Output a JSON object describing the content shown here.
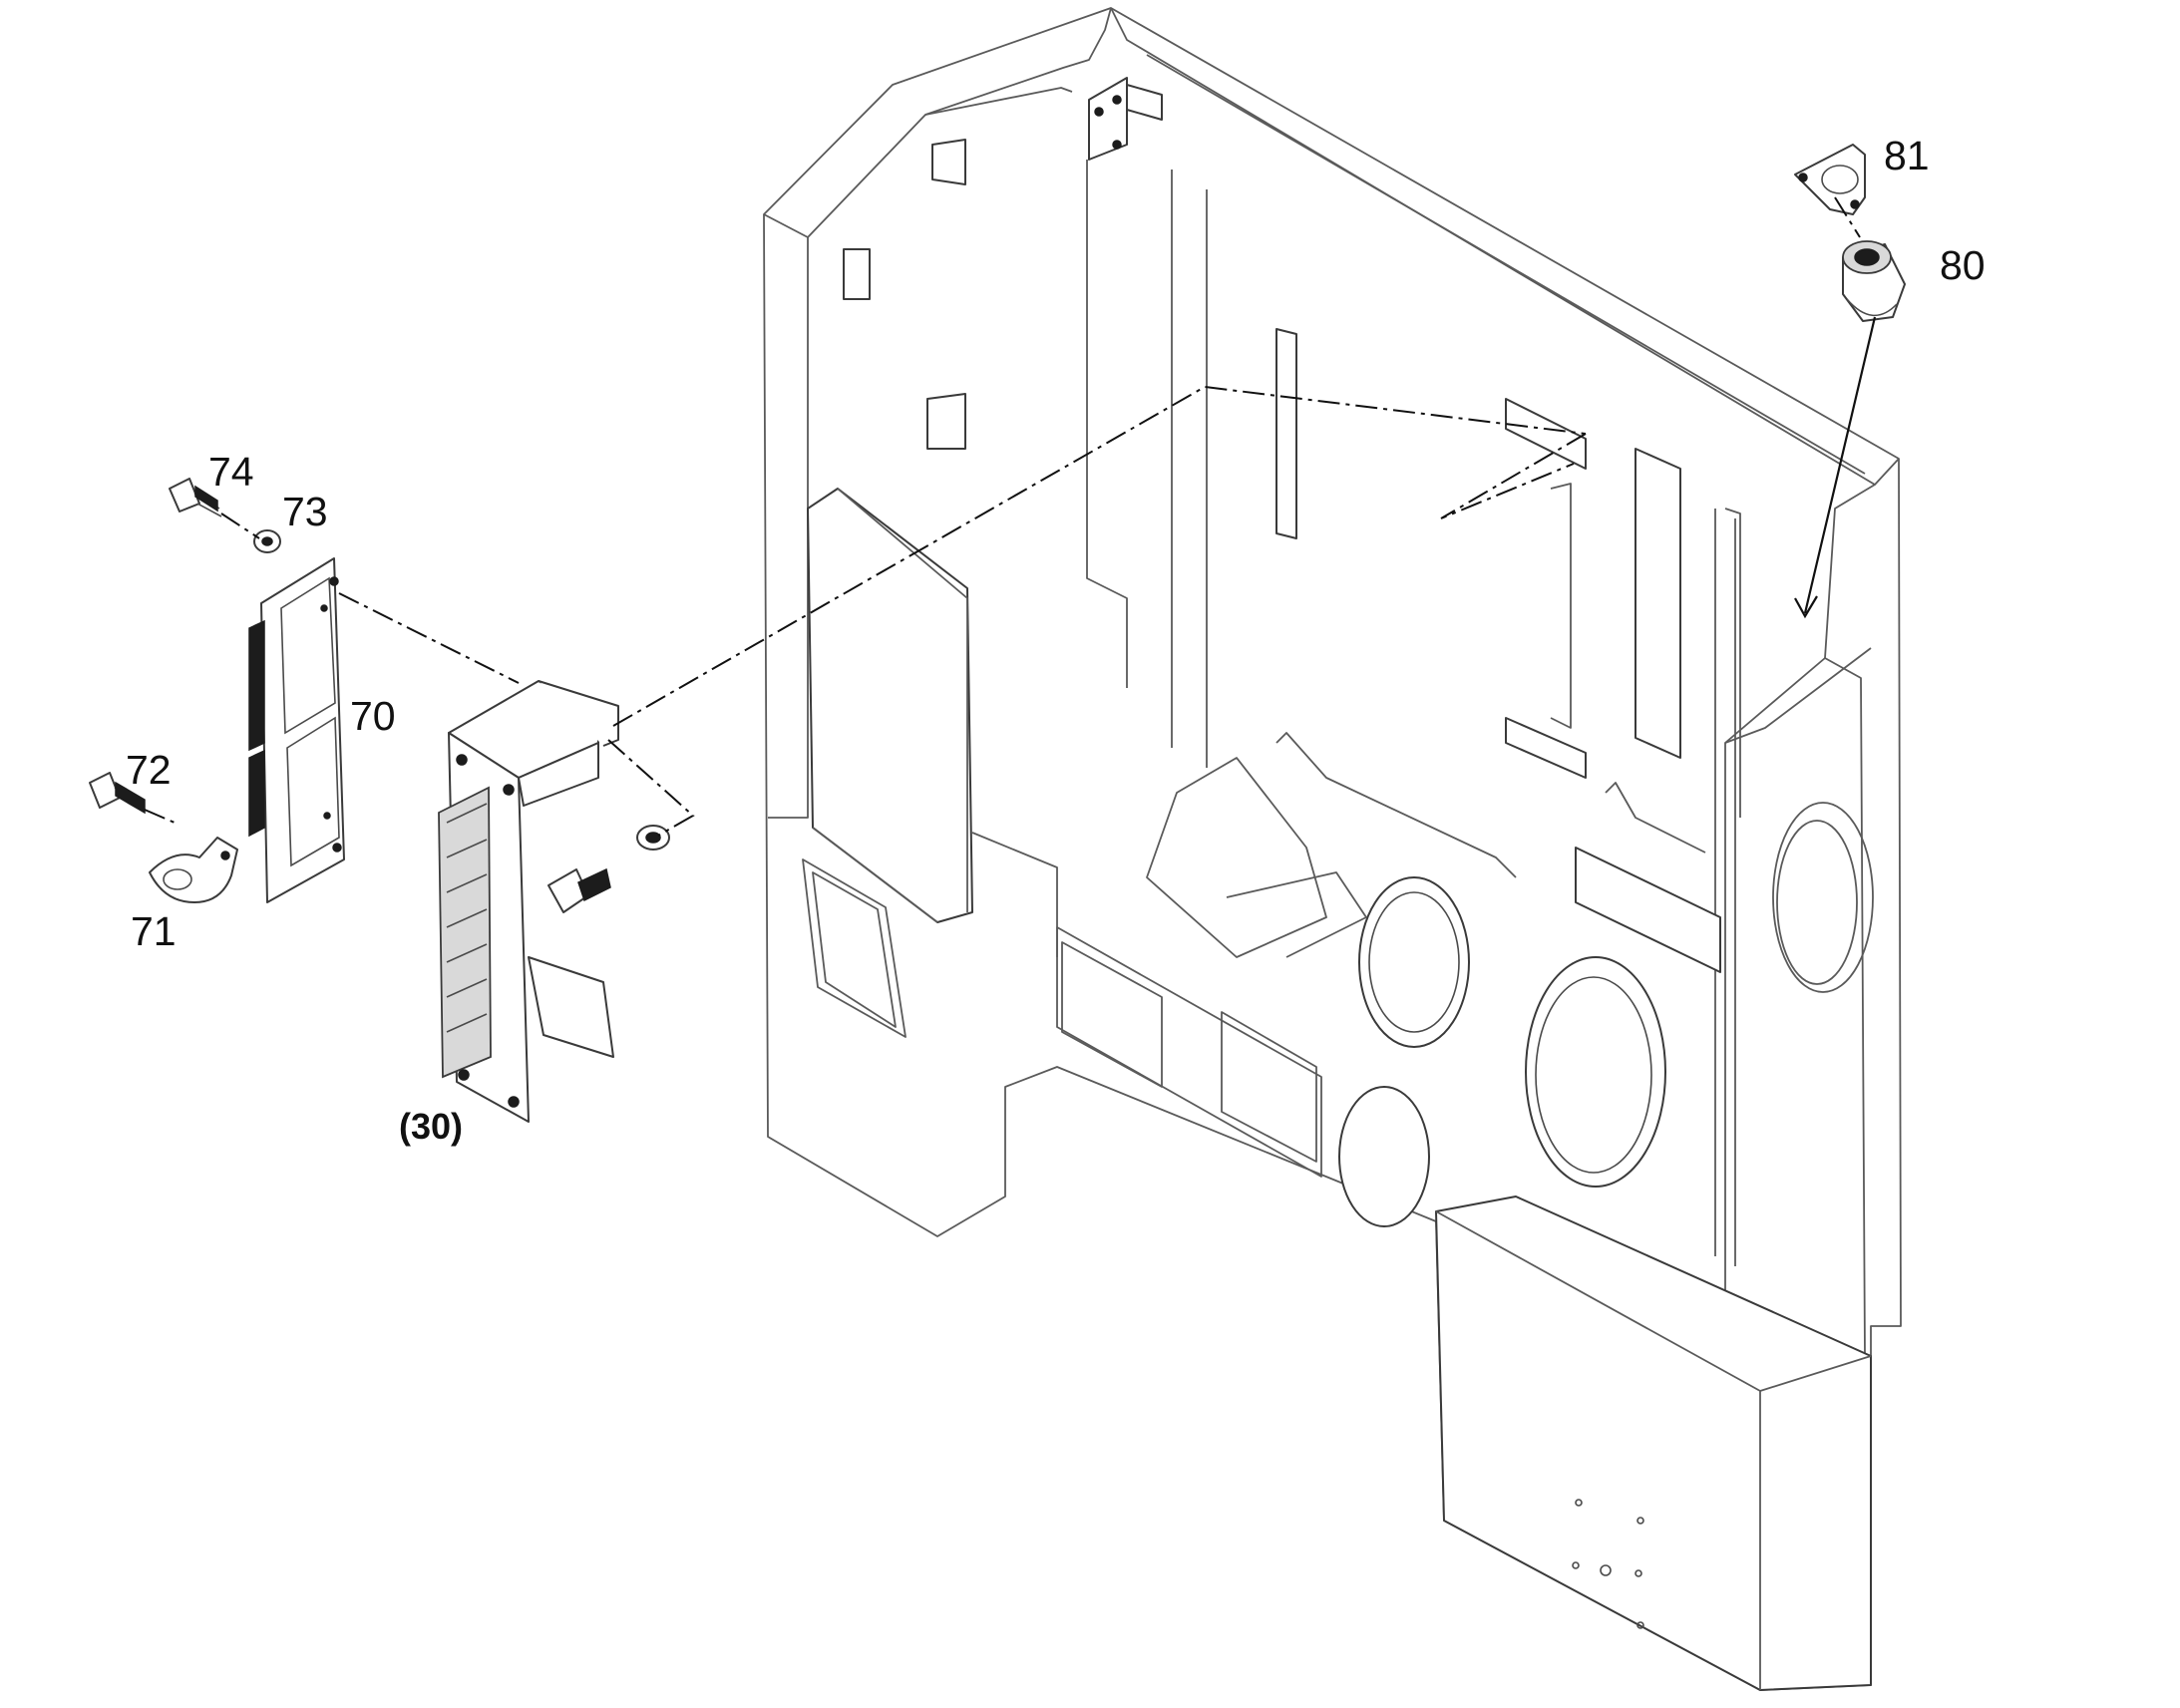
{
  "callouts": {
    "c81": "81",
    "c80": "80",
    "c74": "74",
    "c73": "73",
    "c70": "70",
    "c72": "72",
    "c71": "71",
    "c30": "(30)"
  },
  "colors": {
    "line": "#3a3a3a",
    "leader": "#111111",
    "background": "#ffffff"
  }
}
